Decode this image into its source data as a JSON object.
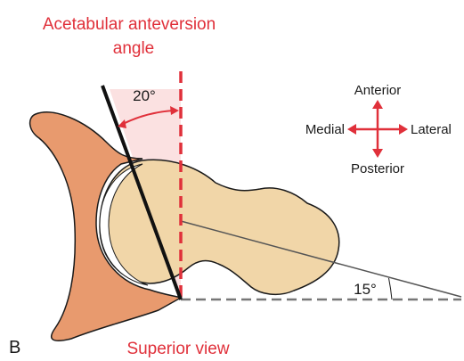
{
  "title": {
    "line1": "Acetabular anteversion",
    "line2": "angle"
  },
  "angles": {
    "acetabular": "20°",
    "femoral": "15°"
  },
  "compass": {
    "anterior": "Anterior",
    "posterior": "Posterior",
    "medial": "Medial",
    "lateral": "Lateral"
  },
  "panel_letter": "B",
  "view_caption": "Superior view",
  "colors": {
    "accent_red": "#e0303a",
    "pelvis": "#e89a6e",
    "femur": "#f1d6a8",
    "outline": "#1a1a1a",
    "angle_wedge": "#f7c9c9"
  }
}
